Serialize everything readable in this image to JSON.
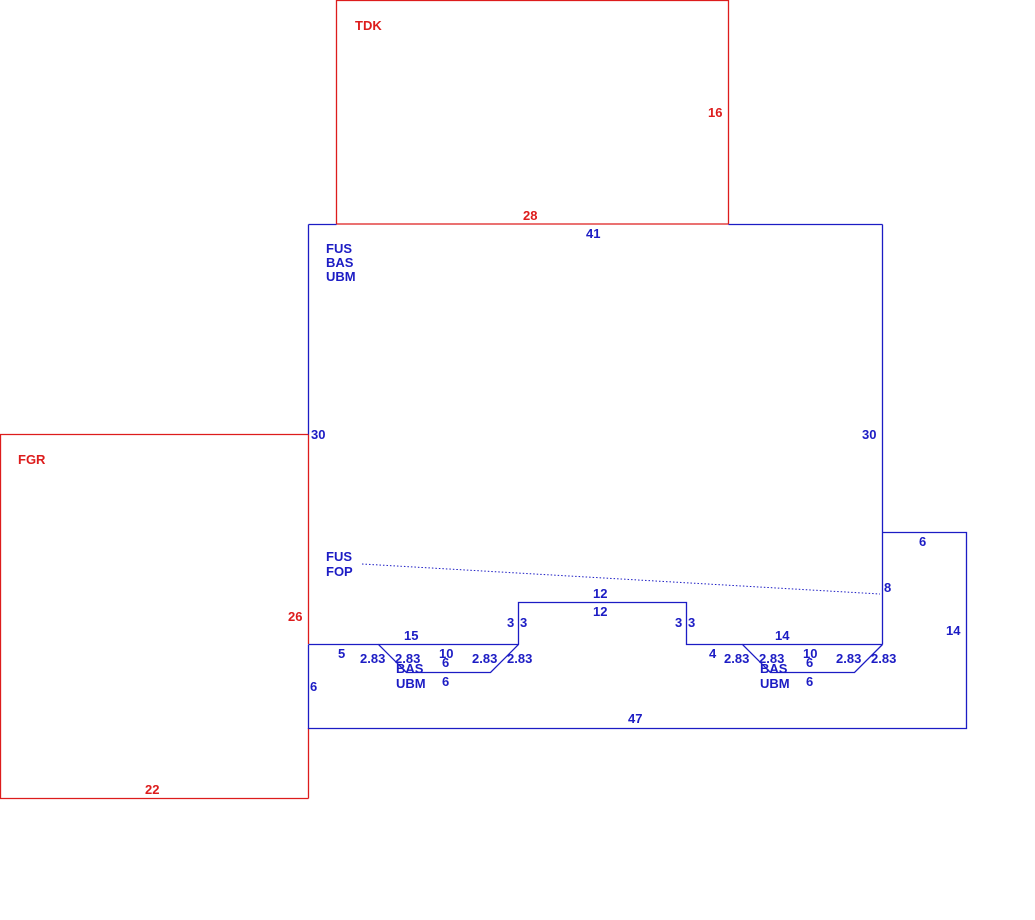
{
  "colors": {
    "red": "#dd1c1c",
    "blue": "#1c1cc4",
    "background": "#ffffff"
  },
  "areas": {
    "tdk": {
      "code": "TDK",
      "dims": {
        "right": "16",
        "bottom": "28"
      }
    },
    "fgr": {
      "code": "FGR",
      "dims": {
        "right": "26",
        "bottom": "22"
      }
    },
    "main": {
      "codes": [
        "FUS",
        "BAS",
        "UBM"
      ],
      "dims": {
        "top": "41",
        "left": "30",
        "right": "30"
      }
    },
    "porch": {
      "codes": [
        "FUS",
        "FOP"
      ],
      "dims": {
        "ext_top": "6",
        "ext_right": "14",
        "ext_left": "8",
        "bottom": "47",
        "left_lower": "6",
        "left_step": "5",
        "right_step": "4",
        "center_top": "12",
        "center_inner": "12",
        "center_left_a": "3",
        "center_left_b": "3",
        "center_right_a": "3",
        "center_right_b": "3"
      }
    },
    "bay_left": {
      "codes": [
        "BAS",
        "UBM"
      ],
      "dims": {
        "top": "15",
        "inner_top": "10",
        "d1": "2.83",
        "d2": "2.83",
        "d3": "2.83",
        "d4": "2.83",
        "six_a": "6",
        "six_b": "6"
      }
    },
    "bay_right": {
      "codes": [
        "BAS",
        "UBM"
      ],
      "dims": {
        "top": "14",
        "inner_top": "10",
        "d1": "2.83",
        "d2": "2.83",
        "d3": "2.83",
        "d4": "2.83",
        "six_a": "6",
        "six_b": "6"
      }
    }
  }
}
